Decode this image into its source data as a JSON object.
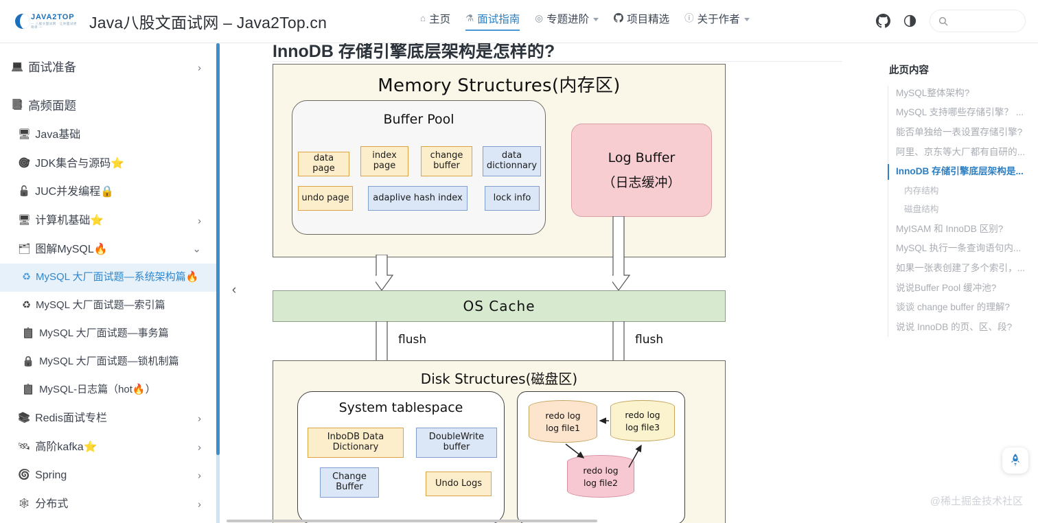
{
  "header": {
    "logo_top": "JAVA2TOP",
    "logo_sub": "— 八股文面试网 · 让你面试更简单 —",
    "site_title": "Java八股文面试网 – Java2Top.cn",
    "nav": [
      {
        "icon": "home-icon",
        "glyph": "⌂",
        "label": "主页",
        "active": false,
        "caret": false
      },
      {
        "icon": "microscope-icon",
        "glyph": "⚗",
        "label": "面试指南",
        "active": true,
        "caret": false
      },
      {
        "icon": "target-icon",
        "glyph": "◎",
        "label": "专题进阶",
        "active": false,
        "caret": true
      },
      {
        "icon": "github-icon",
        "glyph": "",
        "label": "项目精选",
        "active": false,
        "caret": false
      },
      {
        "icon": "info-icon",
        "glyph": "ⓘ",
        "label": "关于作者",
        "active": false,
        "caret": true
      }
    ],
    "github_icon": "github-icon",
    "theme_icon": "theme-toggle-icon",
    "search_placeholder": ""
  },
  "sidebar": {
    "items": [
      {
        "label": "面试准备",
        "icon": "💻",
        "level": 1,
        "chevron": "›",
        "active": false
      },
      {
        "label": "高频面题",
        "icon": "📑",
        "level": 1,
        "chevron": "",
        "active": false
      },
      {
        "label": "Java基础",
        "icon": "🖥",
        "level": 2,
        "chevron": "",
        "active": false
      },
      {
        "label": "JDK集合与源码⭐",
        "icon": "🎯",
        "level": 2,
        "chevron": "",
        "active": false
      },
      {
        "label": "JUC并发编程🔒",
        "icon": "🔓",
        "level": 2,
        "chevron": "",
        "active": false
      },
      {
        "label": "计算机基础⭐",
        "icon": "🖥",
        "level": 2,
        "chevron": "›",
        "active": false
      },
      {
        "label": "图解MySQL🔥",
        "icon": "🗂",
        "level": 2,
        "chevron": "⌄",
        "active": false
      },
      {
        "label": "MySQL 大厂面试题—系统架构篇🔥",
        "icon": "♻",
        "level": 3,
        "chevron": "",
        "active": true
      },
      {
        "label": "MySQL 大厂面试题—索引篇",
        "icon": "♻",
        "level": 3,
        "chevron": "",
        "active": false
      },
      {
        "label": "MySQL 大厂面试题—事务篇",
        "icon": "📋",
        "level": 3,
        "chevron": "",
        "active": false
      },
      {
        "label": "MySQL 大厂面试题—锁机制篇",
        "icon": "🔒",
        "level": 3,
        "chevron": "",
        "active": false
      },
      {
        "label": "MySQL-日志篇（hot🔥）",
        "icon": "📋",
        "level": 3,
        "chevron": "",
        "active": false
      },
      {
        "label": "Redis面试专栏",
        "icon": "📚",
        "level": 2,
        "chevron": "›",
        "active": false
      },
      {
        "label": "高阶kafka⭐",
        "icon": "🛰",
        "level": 2,
        "chevron": "›",
        "active": false
      },
      {
        "label": "Spring",
        "icon": "🌀",
        "level": 2,
        "chevron": "›",
        "active": false
      },
      {
        "label": "分布式",
        "icon": "🕸",
        "level": 2,
        "chevron": "›",
        "active": false
      }
    ],
    "collapse_icon": "‹"
  },
  "main": {
    "heading": "InnoDB 存储引擎底层架构是怎样的?",
    "diagram": {
      "memory_title": "Memory Structures(内存区)",
      "buffer_pool_title": "Buffer Pool",
      "buffer_pool_chips": [
        {
          "label": "data page",
          "color": "orange"
        },
        {
          "label": "index page",
          "color": "orange"
        },
        {
          "label": "change buffer",
          "color": "orange"
        },
        {
          "label": "data dictionnary",
          "color": "blue"
        },
        {
          "label": "undo page",
          "color": "orange"
        },
        {
          "label": "adaplive hash index",
          "color": "blue"
        },
        {
          "label": "lock info",
          "color": "blue"
        }
      ],
      "log_buffer_line1": "Log Buffer",
      "log_buffer_line2": "（日志缓冲）",
      "os_cache": "OS Cache",
      "flush_left": "flush",
      "flush_right": "flush",
      "disk_title": "Disk Structures(磁盘区)",
      "system_tablespace_title": "System tablespace",
      "system_tablespace_chips": [
        {
          "label": "InboDB Data Dictionary",
          "color": "orange"
        },
        {
          "label": "DoubleWrite buffer",
          "color": "blue"
        },
        {
          "label": "Change Buffer",
          "color": "blue"
        },
        {
          "label": "Undo Logs",
          "color": "orange"
        }
      ],
      "redo_logs": [
        {
          "line1": "redo log",
          "line2": "log file1",
          "color": "c1"
        },
        {
          "line1": "redo log",
          "line2": "log file3",
          "color": "c3"
        },
        {
          "line1": "redo log",
          "line2": "log file2",
          "color": "c2"
        }
      ]
    },
    "watermark": "@稀土掘金技术社区",
    "to_top_icon": "rocket-icon"
  },
  "toc": {
    "title": "此页内容",
    "items": [
      {
        "label": "MySQL整体架构?",
        "active": false,
        "sub": false
      },
      {
        "label": "MySQL 支持哪些存储引擎？ ...",
        "active": false,
        "sub": false
      },
      {
        "label": "能否单独给一表设置存储引擎?",
        "active": false,
        "sub": false
      },
      {
        "label": "阿里、京东等大厂都有自研的...",
        "active": false,
        "sub": false
      },
      {
        "label": "InnoDB 存储引擎底层架构是...",
        "active": true,
        "sub": false
      },
      {
        "label": "内存结构",
        "active": false,
        "sub": true
      },
      {
        "label": "磁盘结构",
        "active": false,
        "sub": true
      },
      {
        "label": "MyISAM 和 InnoDB 区别?",
        "active": false,
        "sub": false
      },
      {
        "label": "MySQL 执行一条查询语句内...",
        "active": false,
        "sub": false
      },
      {
        "label": "如果一张表创建了多个索引，...",
        "active": false,
        "sub": false
      },
      {
        "label": "说说Buffer Pool 缓冲池?",
        "active": false,
        "sub": false
      },
      {
        "label": "谈谈 change buffer 的理解?",
        "active": false,
        "sub": false
      },
      {
        "label": "说说 InnoDB 的页、区、段?",
        "active": false,
        "sub": false
      }
    ]
  },
  "colors": {
    "accent": "#2d7fc1",
    "active_bg": "#e7f1fa",
    "memory_bg": "#fbf7e8",
    "oscache_bg": "#d7e9cf",
    "logbuffer_bg": "#f7cdd2"
  }
}
